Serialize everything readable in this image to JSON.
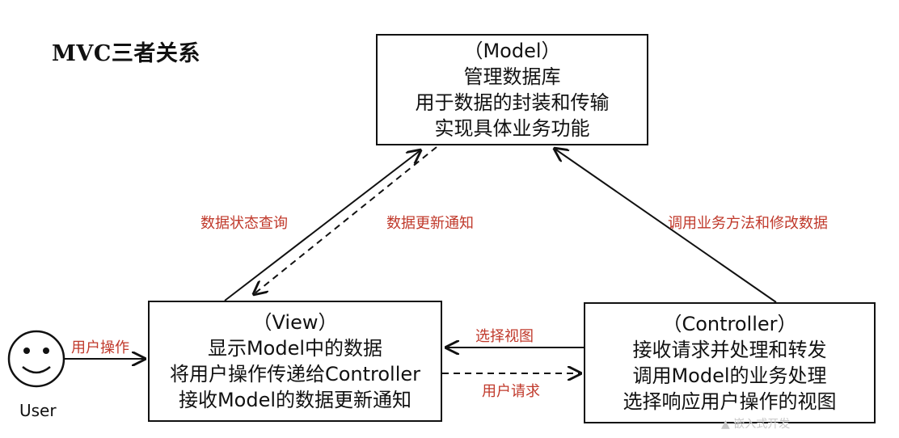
{
  "diagram": {
    "title": "MVC三者关系",
    "model": {
      "lines": [
        "（Model）",
        "管理数据库",
        "用于数据的封装和传输",
        "实现具体业务功能"
      ]
    },
    "view": {
      "lines": [
        "（View）",
        "显示Model中的数据",
        "将用户操作传递给Controller",
        "接收Model的数据更新通知"
      ]
    },
    "controller": {
      "lines": [
        "（Controller）",
        "接收请求并处理和转发",
        "调用Model的业务处理",
        "选择响应用户操作的视图"
      ]
    },
    "edges": {
      "view_to_model": "数据状态查询",
      "model_to_view": "数据更新通知",
      "controller_to_model": "调用业务方法和修改数据",
      "user_to_view": "用户操作",
      "controller_to_view": "选择视图",
      "view_to_controller": "用户请求"
    },
    "user": {
      "caption": "User"
    },
    "watermark": "▲ 嵌入式开发"
  },
  "colors": {
    "stroke": "#111111",
    "edge_label": "#c0392b",
    "background": "#ffffff"
  }
}
